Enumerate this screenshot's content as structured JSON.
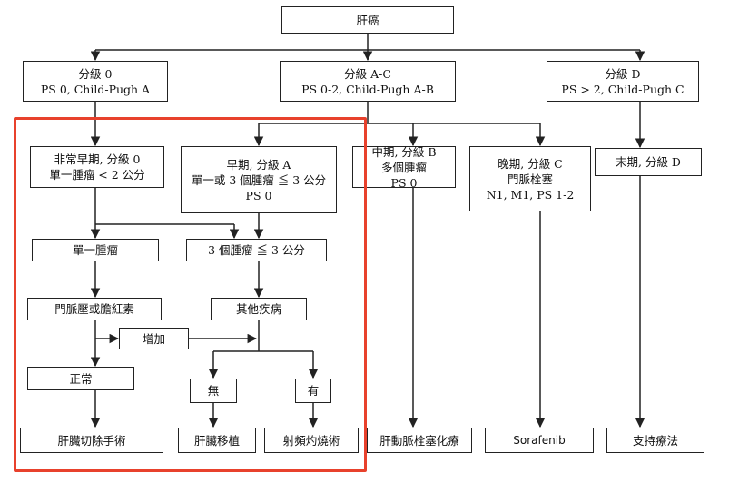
{
  "root": "肝癌",
  "stage0": {
    "line1": "分級 0",
    "line2": "PS 0, Child-Pugh A"
  },
  "stageAC": {
    "line1": "分級 A-C",
    "line2": "PS 0-2, Child-Pugh A-B"
  },
  "stageD": {
    "line1": "分級 D",
    "line2": "PS > 2, Child-Pugh C"
  },
  "very_early": {
    "line1": "非常早期, 分級 0",
    "line2": "單一腫瘤 < 2 公分"
  },
  "early": {
    "line1": "早期, 分級 A",
    "line2": "單一或 3 個腫瘤 ≦ 3 公分",
    "line3": "PS 0"
  },
  "intermediate": {
    "line1": "中期, 分級 B",
    "line2": "多個腫瘤",
    "line3": "PS 0"
  },
  "advanced": {
    "line1": "晚期, 分級 C",
    "line2": "門脈栓塞",
    "line3": "N1, M1, PS 1-2"
  },
  "terminal": {
    "line1": "末期, 分級 D"
  },
  "single_tumor": "單一腫瘤",
  "three_tumors": "3 個腫瘤 ≦ 3 公分",
  "portal_pressure": "門脈壓或膽紅素",
  "other_disease": "其他疾病",
  "increased": "增加",
  "normal": "正常",
  "no": "無",
  "yes": "有",
  "treatments": {
    "resection": "肝臟切除手術",
    "transplant": "肝臟移植",
    "rfa": "射頻灼燒術",
    "tace": "肝動脈栓塞化療",
    "sorafenib": "Sorafenib",
    "supportive": "支持療法"
  },
  "colors": {
    "line": "#222222",
    "highlight": "#e8412c"
  }
}
